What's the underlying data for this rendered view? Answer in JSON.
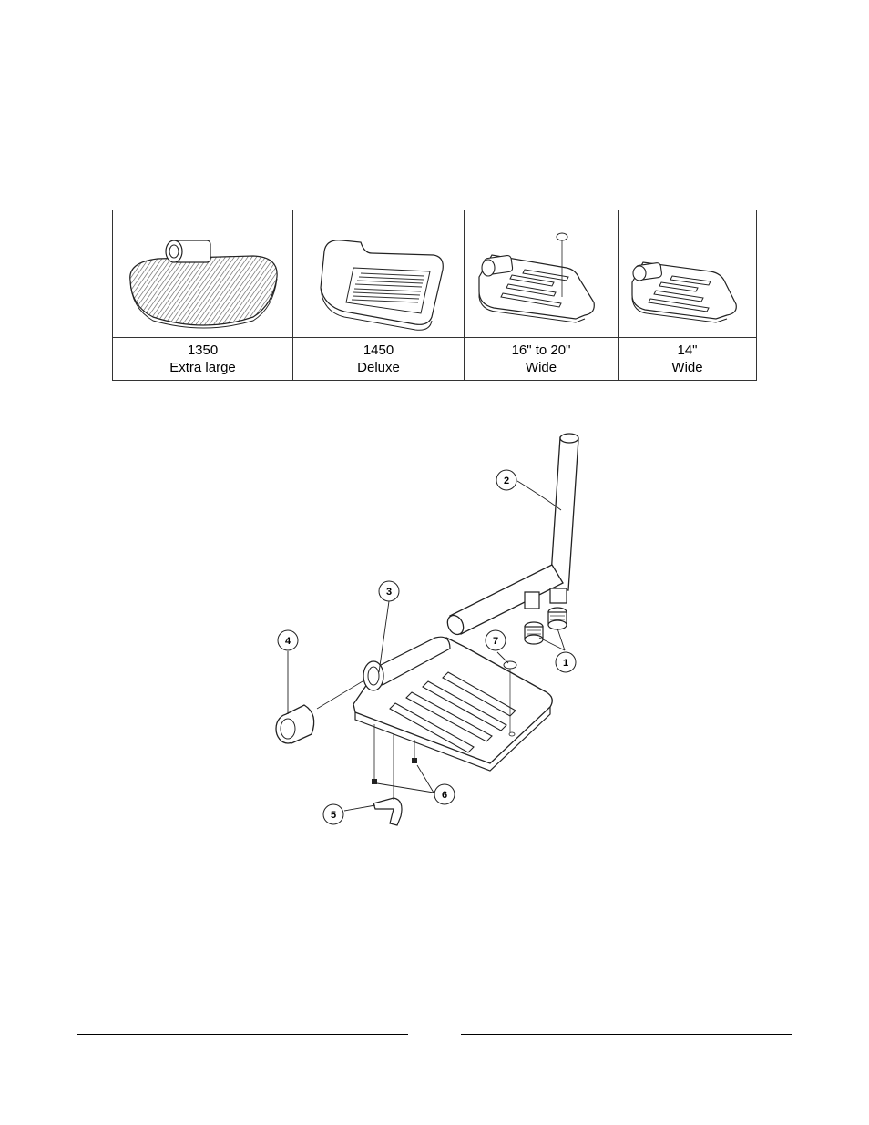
{
  "variants": [
    {
      "model": "1350",
      "description": "Extra large"
    },
    {
      "model": "1450",
      "description": "Deluxe"
    },
    {
      "model": "16\" to 20\"",
      "description": "Wide"
    },
    {
      "model": "14\"",
      "description": "Wide"
    }
  ],
  "callouts": [
    "1",
    "2",
    "3",
    "4",
    "5",
    "6",
    "7"
  ]
}
